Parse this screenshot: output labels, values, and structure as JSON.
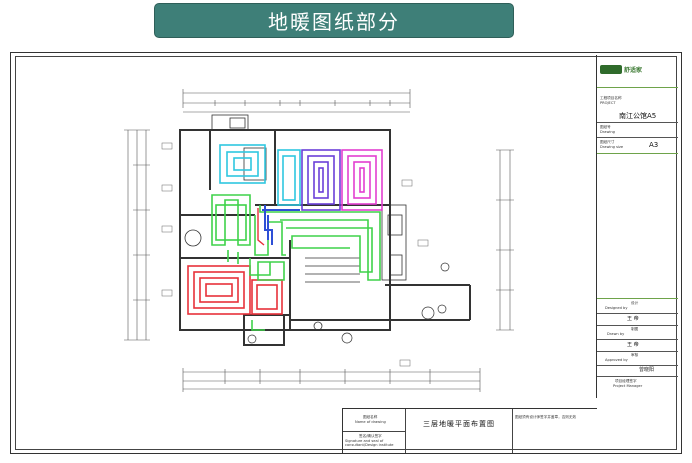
{
  "header": {
    "title": "地暖图纸部分"
  },
  "titleblock": {
    "logo_text": "舒适家",
    "project_label": "工程项目名称",
    "project_label_en": "PROJECT",
    "project_name": "南江公馆A5",
    "drawing_no_label": "图纸号",
    "drawing_no_label_en": "Drawing",
    "size_label": "图纸尺寸",
    "size_label_en": "Drawing size",
    "size_value": "A3",
    "designed_label": "设计",
    "designed_label_en": "Designed by",
    "designer": "王 帝",
    "drawn_label": "制图",
    "drawn_label_en": "Drawn by",
    "drafter": "王 帝",
    "approved_label": "审核",
    "approved_label_en": "Approved by",
    "approver": "曾晓阳",
    "pm_label": "项目经理签字",
    "pm_label_en": "Project Manager"
  },
  "bottom": {
    "name_label": "图纸名称",
    "name_label_en": "Name of drawing",
    "drawing_name": "三层地暖平面布置图",
    "sig_label": "签名/确认签字",
    "sig_label_en": "Signature and seal of consultant/Design institute",
    "note": "图纸须有设计师签字并盖章，否则无效"
  },
  "colors": {
    "banner": "#3e7f78",
    "zone_red": "#e8313a",
    "zone_magenta": "#e23fd0",
    "zone_purple": "#6a3fd8",
    "zone_cyan": "#2fc7e0",
    "zone_green": "#3fd24a",
    "manifold_blue": "#2e4fd6",
    "titleblock_green": "#6ea34a"
  }
}
